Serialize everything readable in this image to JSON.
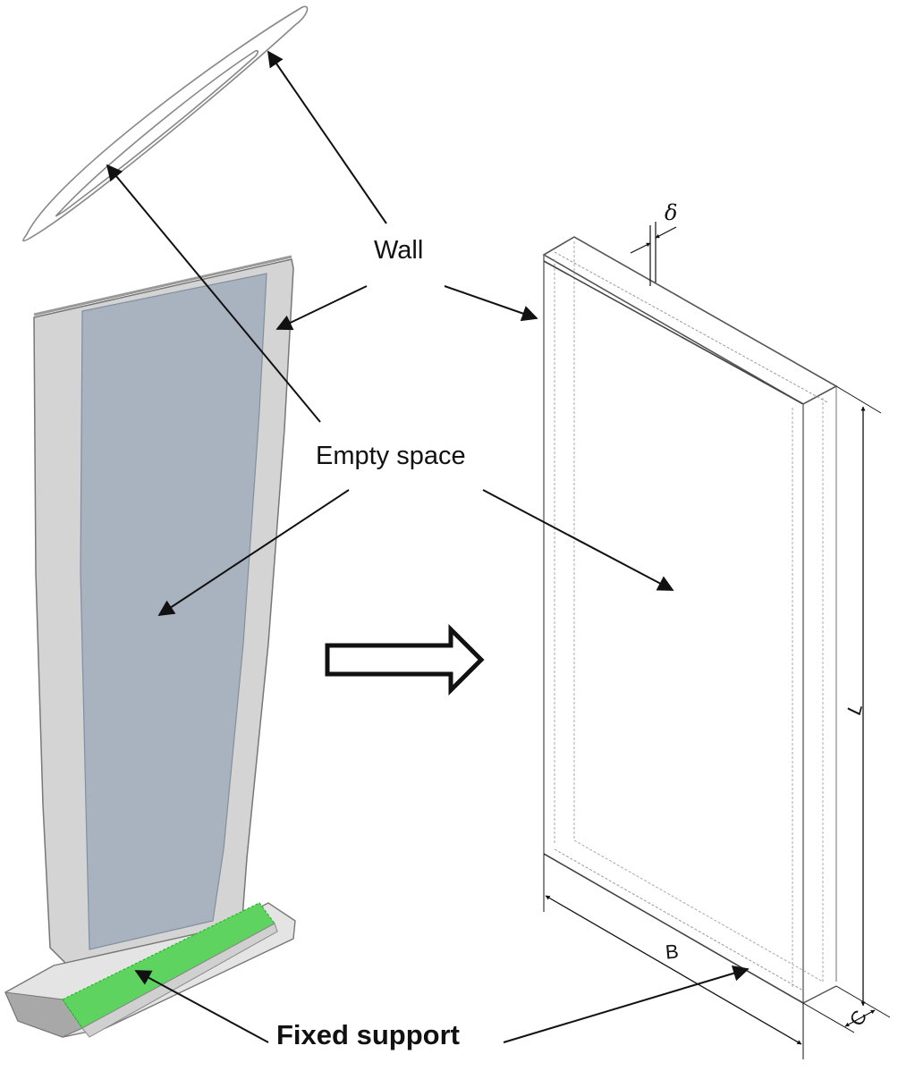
{
  "figure": {
    "labels": {
      "wall": "Wall",
      "empty_space": "Empty space",
      "fixed_support": "Fixed support"
    },
    "dimensions": {
      "thickness": "δ",
      "length": "L",
      "width": "B",
      "depth": "C"
    },
    "parts": {
      "left": "blade model with root (3D shaded)",
      "left_top": "airfoil cross-section outline",
      "center": "transformation arrow",
      "right": "simplified hollow rectangular box model"
    },
    "colors": {
      "wall_fill": "#d4d4d4",
      "cavity_fill": "#a9b3bf",
      "fixed_support": "#5fd35f",
      "line": "#111111",
      "outline": "#777777"
    }
  }
}
